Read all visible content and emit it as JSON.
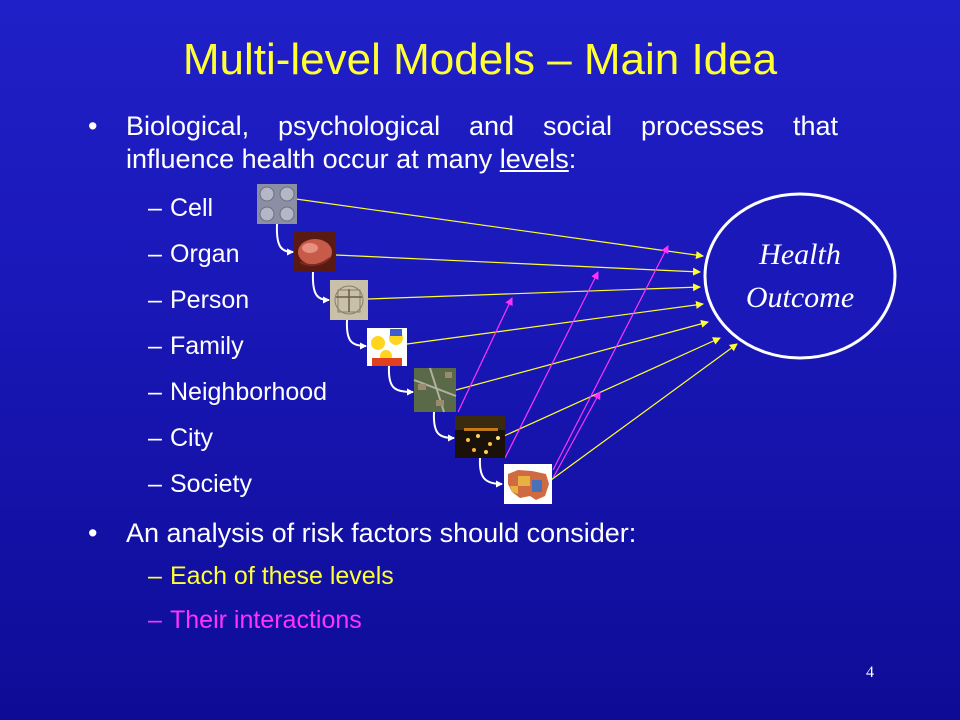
{
  "title": "Multi-level Models – Main Idea",
  "bullet1": {
    "text_before": "Biological, psychological and social processes that influence health occur at many ",
    "emphasis": "levels",
    "text_after": ":"
  },
  "levels": [
    "Cell",
    "Organ",
    "Person",
    "Family",
    "Neighborhood",
    "City",
    "Society"
  ],
  "bullet2": "An analysis of risk factors should consider:",
  "considerations": [
    "Each of these levels",
    "Their interactions"
  ],
  "outcome": {
    "line1": "Health",
    "line2": "Outcome"
  },
  "level_icons": [
    "cell-icon",
    "organ-icon",
    "person-icon",
    "family-icon",
    "neighborhood-icon",
    "city-icon",
    "society-map-icon"
  ],
  "colors": {
    "title": "#ffff33",
    "direct_arrow": "#ffff33",
    "interaction_arrow": "#ff33ff",
    "background": "#1a18b8"
  },
  "page_number": "4"
}
